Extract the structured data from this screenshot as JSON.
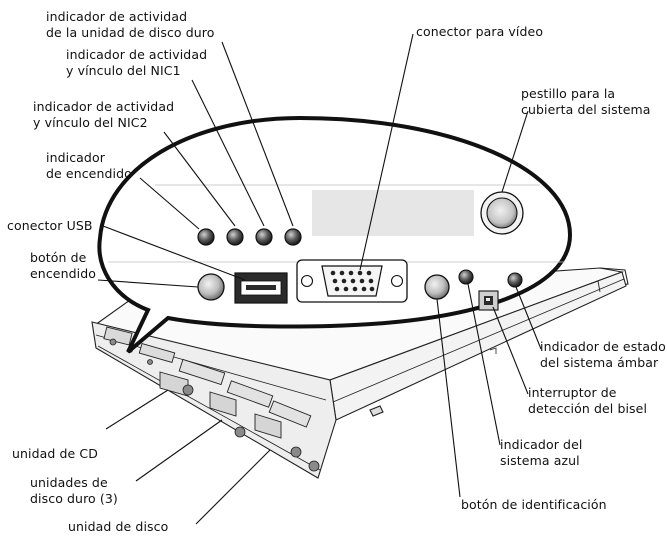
{
  "labels": {
    "hdd_activity": [
      "indicador de actividad",
      "de la unidad de disco duro"
    ],
    "nic1": [
      "indicador de actividad",
      "y vínculo del NIC1"
    ],
    "nic2": [
      "indicador de actividad",
      "y vínculo del NIC2"
    ],
    "power_indicator": [
      "indicador",
      "de encendido"
    ],
    "usb": [
      "conector USB"
    ],
    "power_button": [
      "botón de",
      "encendido"
    ],
    "video": [
      "conector para vídeo"
    ],
    "latch": [
      "pestillo para la",
      "cubierta del sistema"
    ],
    "amber": [
      "indicador de estado",
      "del sistema ámbar"
    ],
    "bezel_switch": [
      "interruptor de",
      "detección del bisel"
    ],
    "blue": [
      "indicador del",
      "sistema azul"
    ],
    "id_button": [
      "botón de identificación"
    ],
    "cd": [
      "unidad de CD"
    ],
    "hdd": [
      "unidades de",
      "disco duro (3)"
    ],
    "floppy": [
      "unidad de disco"
    ]
  }
}
